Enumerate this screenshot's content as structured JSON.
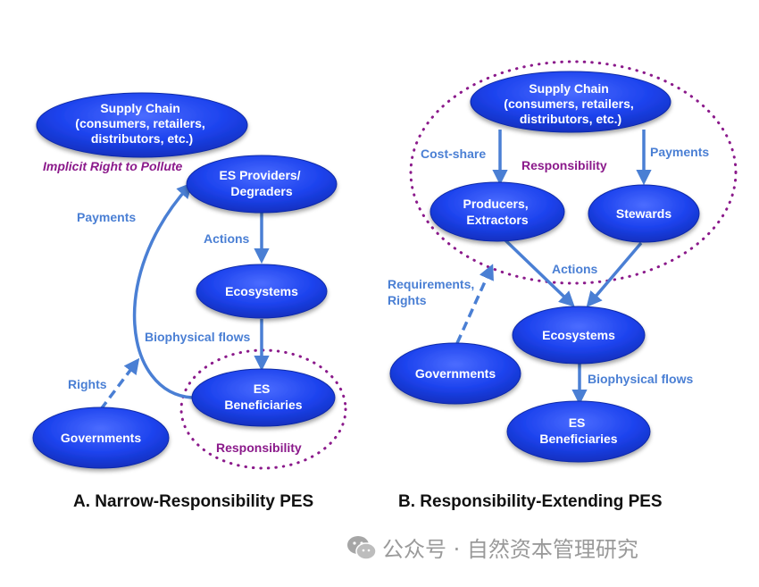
{
  "panel_a": {
    "supply_chain": [
      "Supply Chain",
      "(consumers, retailers,",
      "distributors, etc.)"
    ],
    "implicit_right": "Implicit Right to Pollute",
    "es_providers": [
      "ES Providers/",
      "Degraders"
    ],
    "ecosystems": "Ecosystems",
    "beneficiaries": [
      "ES",
      "Beneficiaries"
    ],
    "governments": "Governments",
    "payments": "Payments",
    "actions": "Actions",
    "biophysical_flows": "Biophysical flows",
    "rights": "Rights",
    "responsibility": "Responsibility",
    "caption": "A. Narrow-Responsibility PES"
  },
  "panel_b": {
    "supply_chain": [
      "Supply Chain",
      "(consumers, retailers,",
      "distributors, etc.)"
    ],
    "cost_share": "Cost-share",
    "responsibility": "Responsibility",
    "payments": "Payments",
    "producers": [
      "Producers,",
      "Extractors"
    ],
    "stewards": "Stewards",
    "actions": "Actions",
    "requirements": [
      "Requirements,",
      "Rights"
    ],
    "ecosystems": "Ecosystems",
    "governments": "Governments",
    "biophysical_flows": "Biophysical flows",
    "beneficiaries": [
      "ES",
      "Beneficiaries"
    ],
    "caption": "B. Responsibility-Extending PES"
  },
  "watermark": {
    "text": "公众号 · 自然资本管理研究",
    "icon": "wechat-icon"
  },
  "colors": {
    "node_fill": "#1d43ee",
    "arrow": "#4a7fd4",
    "dotted": "#8b1a8b",
    "purple_text": "#8b1a8b"
  }
}
